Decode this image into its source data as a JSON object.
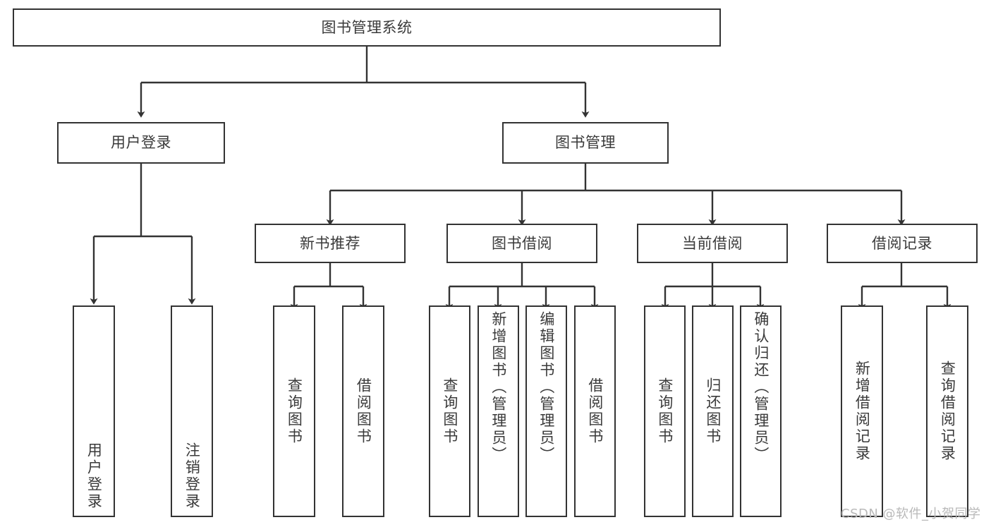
{
  "diagram": {
    "type": "tree-hierarchy",
    "title": "图书管理系统",
    "watermark": "CSDN @软件_小贺同学",
    "colors": {
      "box_border": "#333333",
      "box_fill": "#ffffff",
      "text": "#3a3a3a",
      "connector": "#333333",
      "watermark": "#b9b9b9",
      "background": "#ffffff"
    },
    "nodes": {
      "root": {
        "label": "图书管理系统",
        "level": 0
      },
      "user_login": {
        "label": "用户登录",
        "level": 1
      },
      "book_manage": {
        "label": "图书管理",
        "level": 1
      },
      "new_book_rec": {
        "label": "新书推荐",
        "level": 2
      },
      "book_borrow": {
        "label": "图书借阅",
        "level": 2
      },
      "current_borrow": {
        "label": "当前借阅",
        "level": 2
      },
      "borrow_record": {
        "label": "借阅记录",
        "level": 2
      },
      "leaf_user_login": {
        "label": "用户登录",
        "level": 2,
        "orientation": "vertical"
      },
      "leaf_user_logout": {
        "label": "注销登录",
        "level": 2,
        "orientation": "vertical"
      },
      "leaf_query_book_1": {
        "label": "查询图书",
        "level": 3,
        "orientation": "vertical"
      },
      "leaf_borrow_book_1": {
        "label": "借阅图书",
        "level": 3,
        "orientation": "vertical"
      },
      "leaf_query_book_2": {
        "label": "查询图书",
        "level": 3,
        "orientation": "vertical"
      },
      "leaf_add_book": {
        "label": "新增图书（管理员）",
        "level": 3,
        "orientation": "vertical"
      },
      "leaf_edit_book": {
        "label": "编辑图书（管理员）",
        "level": 3,
        "orientation": "vertical"
      },
      "leaf_borrow_book_2": {
        "label": "借阅图书",
        "level": 3,
        "orientation": "vertical"
      },
      "leaf_query_book_3": {
        "label": "查询图书",
        "level": 3,
        "orientation": "vertical"
      },
      "leaf_return_book": {
        "label": "归还图书",
        "level": 3,
        "orientation": "vertical"
      },
      "leaf_confirm_return": {
        "label": "确认归还（管理员）",
        "level": 3,
        "orientation": "vertical"
      },
      "leaf_add_record": {
        "label": "新增借阅记录",
        "level": 3,
        "orientation": "vertical"
      },
      "leaf_query_record": {
        "label": "查询借阅记录",
        "level": 3,
        "orientation": "vertical"
      }
    },
    "edges": [
      {
        "from": "root",
        "to": "user_login"
      },
      {
        "from": "root",
        "to": "book_manage"
      },
      {
        "from": "user_login",
        "to": "leaf_user_login"
      },
      {
        "from": "user_login",
        "to": "leaf_user_logout"
      },
      {
        "from": "book_manage",
        "to": "new_book_rec"
      },
      {
        "from": "book_manage",
        "to": "book_borrow"
      },
      {
        "from": "book_manage",
        "to": "current_borrow"
      },
      {
        "from": "book_manage",
        "to": "borrow_record"
      },
      {
        "from": "new_book_rec",
        "to": "leaf_query_book_1"
      },
      {
        "from": "new_book_rec",
        "to": "leaf_borrow_book_1"
      },
      {
        "from": "book_borrow",
        "to": "leaf_query_book_2"
      },
      {
        "from": "book_borrow",
        "to": "leaf_add_book"
      },
      {
        "from": "book_borrow",
        "to": "leaf_edit_book"
      },
      {
        "from": "book_borrow",
        "to": "leaf_borrow_book_2"
      },
      {
        "from": "current_borrow",
        "to": "leaf_query_book_3"
      },
      {
        "from": "current_borrow",
        "to": "leaf_return_book"
      },
      {
        "from": "current_borrow",
        "to": "leaf_confirm_return"
      },
      {
        "from": "borrow_record",
        "to": "leaf_add_record"
      },
      {
        "from": "borrow_record",
        "to": "leaf_query_record"
      }
    ]
  }
}
